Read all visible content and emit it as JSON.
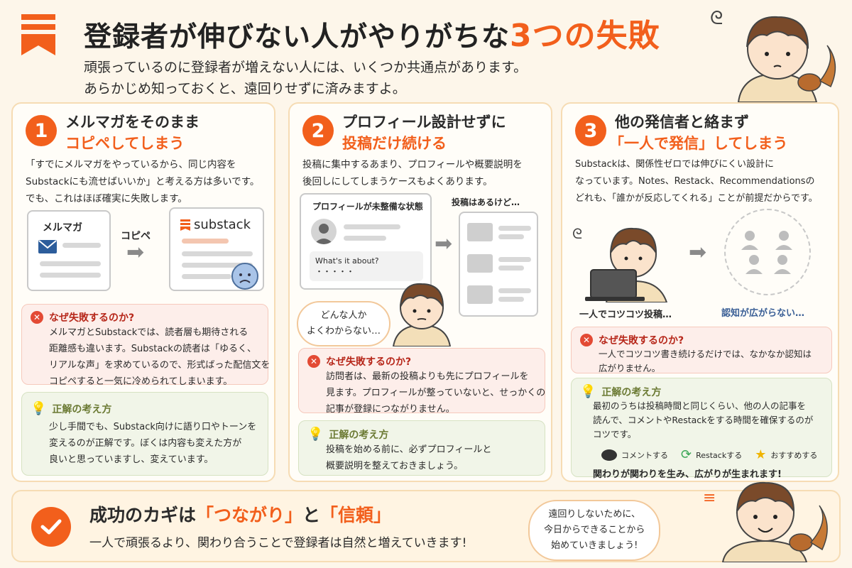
{
  "header": {
    "title_main": "登録者が伸びない人がやりがちな",
    "title_accent": "3つの失敗",
    "lead_1": "頑張っているのに登録者が増えない人には、いくつか共通点があります。",
    "lead_2": "あらかじめ知っておくと、遠回りせずに済みますよ。"
  },
  "cards": [
    {
      "number": "1",
      "heading_1": "メルマガをそのまま",
      "heading_2": "コピペしてしまう",
      "body": [
        "「すでにメルマガをやっているから、同じ内容を",
        "Substackにも流せばいいか」と考える方は多いです。",
        "でも、これはほぼ確実に失敗します。"
      ],
      "illus": {
        "left_label": "メルマガ",
        "arrow_label": "コピペ",
        "logo_text": "substack"
      },
      "why_title": "なぜ失敗するのか?",
      "why_body": [
        "メルマガとSubstackでは、読者層も期待される",
        "距離感も違います。Substackの読者は「ゆるく、",
        "リアルな声」を求めているので、形式ばった配信文を",
        "コピペすると一気に冷められてしまいます。"
      ],
      "right_title": "正解の考え方",
      "right_body": [
        "少し手間でも、Substack向けに語り口やトーンを",
        "変えるのが正解です。ぼくは内容も変えた方が",
        "良いと思っていますし、変えています。"
      ]
    },
    {
      "number": "2",
      "heading_1": "プロフィール設計せずに",
      "heading_2": "投稿だけ続ける",
      "body": [
        "投稿に集中するあまり、プロフィールや概要説明を",
        "後回しにしてしまうケースもよくあります。"
      ],
      "illus": {
        "profile_label": "プロフィールが未整備な状態",
        "about_text": "What's it about?",
        "dots": "・・・・・",
        "posts_label": "投稿はあるけど…",
        "bubble_1": "どんな人か",
        "bubble_2": "よくわからない…"
      },
      "why_title": "なぜ失敗するのか?",
      "why_body": [
        "訪問者は、最新の投稿よりも先にプロフィールを",
        "見ます。プロフィールが整っていないと、せっかくの",
        "記事が登録につながりません。"
      ],
      "right_title": "正解の考え方",
      "right_body": [
        "投稿を始める前に、必ずプロフィールと",
        "概要説明を整えておきましょう。"
      ]
    },
    {
      "number": "3",
      "heading_1": "他の発信者と絡まず",
      "heading_2": "「一人で発信」してしまう",
      "body": [
        "Substackは、関係性ゼロでは伸びにくい設計に",
        "なっています。Notes、Restack、Recommendationsの",
        "どれも、「誰かが反応してくれる」ことが前提だからです。"
      ],
      "illus": {
        "alone_label": "一人でコツコツ投稿…",
        "reach_label": "認知が広がらない…"
      },
      "why_title": "なぜ失敗するのか?",
      "why_body": [
        "一人でコツコツ書き続けるだけでは、なかなか認知は",
        "広がりません。"
      ],
      "right_title": "正解の考え方",
      "right_body": [
        "最初のうちは投稿時間と同じくらい、他の人の記事を",
        "読んで、コメントやRestackをする時間を確保するのが",
        "コツです。"
      ],
      "actions": [
        "コメントする",
        "Restackする",
        "おすすめする"
      ],
      "closing": "関わりが関わりを生み、広がりが生まれます!"
    }
  ],
  "footer": {
    "title_a": "成功のカギは",
    "title_b": "「つながり」",
    "title_c": "と",
    "title_d": "「信頼」",
    "subtitle": "一人で頑張るより、関わり合うことで登録者は自然と増えていきます!",
    "bubble": [
      "遠回りしないために、",
      "今日からできることから",
      "始めていきましょう!"
    ]
  },
  "colors": {
    "accent": "#f25f1c",
    "bad_bg": "#fdeeea",
    "good_bg": "#f1f5e8",
    "cream": "#fdf6ea"
  }
}
